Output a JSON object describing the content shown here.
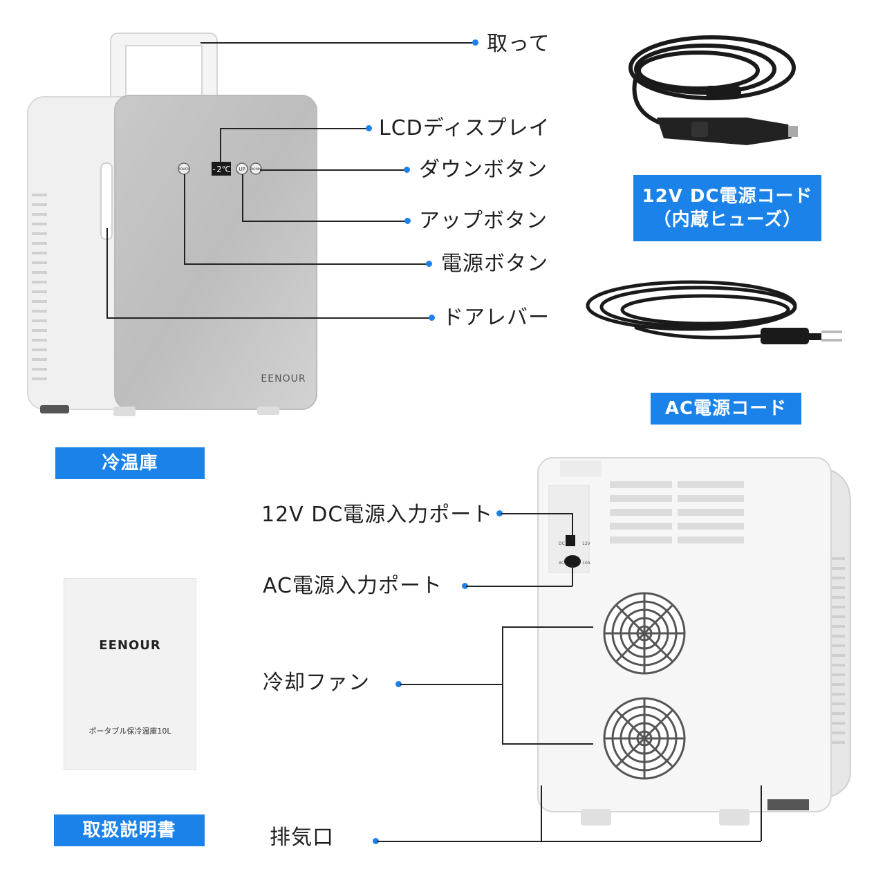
{
  "front_labels": {
    "handle": "取って",
    "lcd": "LCDディスプレイ",
    "down": "ダウンボタン",
    "up": "アップボタン",
    "power": "電源ボタン",
    "lever": "ドアレバー"
  },
  "back_labels": {
    "dc_port": "12V DC電源入力ポート",
    "ac_port": "AC電源入力ポート",
    "fan": "冷却ファン",
    "vent": "排気口"
  },
  "badges": {
    "dc_cord_line1": "12V DC電源コード",
    "dc_cord_line2": "（内蔵ヒューズ）",
    "ac_cord": "AC電源コード",
    "fridge": "冷温庫",
    "manual": "取扱説明書"
  },
  "product": {
    "brand": "EENOUR",
    "lcd_value": "-2℃",
    "btn_up": "UP",
    "btn_down": "DOWN",
    "btn_power": "POWER",
    "port_dc": "DC",
    "port_ac": "AC",
    "port_dc_v": "12V",
    "port_ac_v": "10A"
  },
  "manual": {
    "brand": "EENOUR",
    "title": "ポータブル保冷温庫10L"
  },
  "colors": {
    "accent": "#1a82e8"
  }
}
